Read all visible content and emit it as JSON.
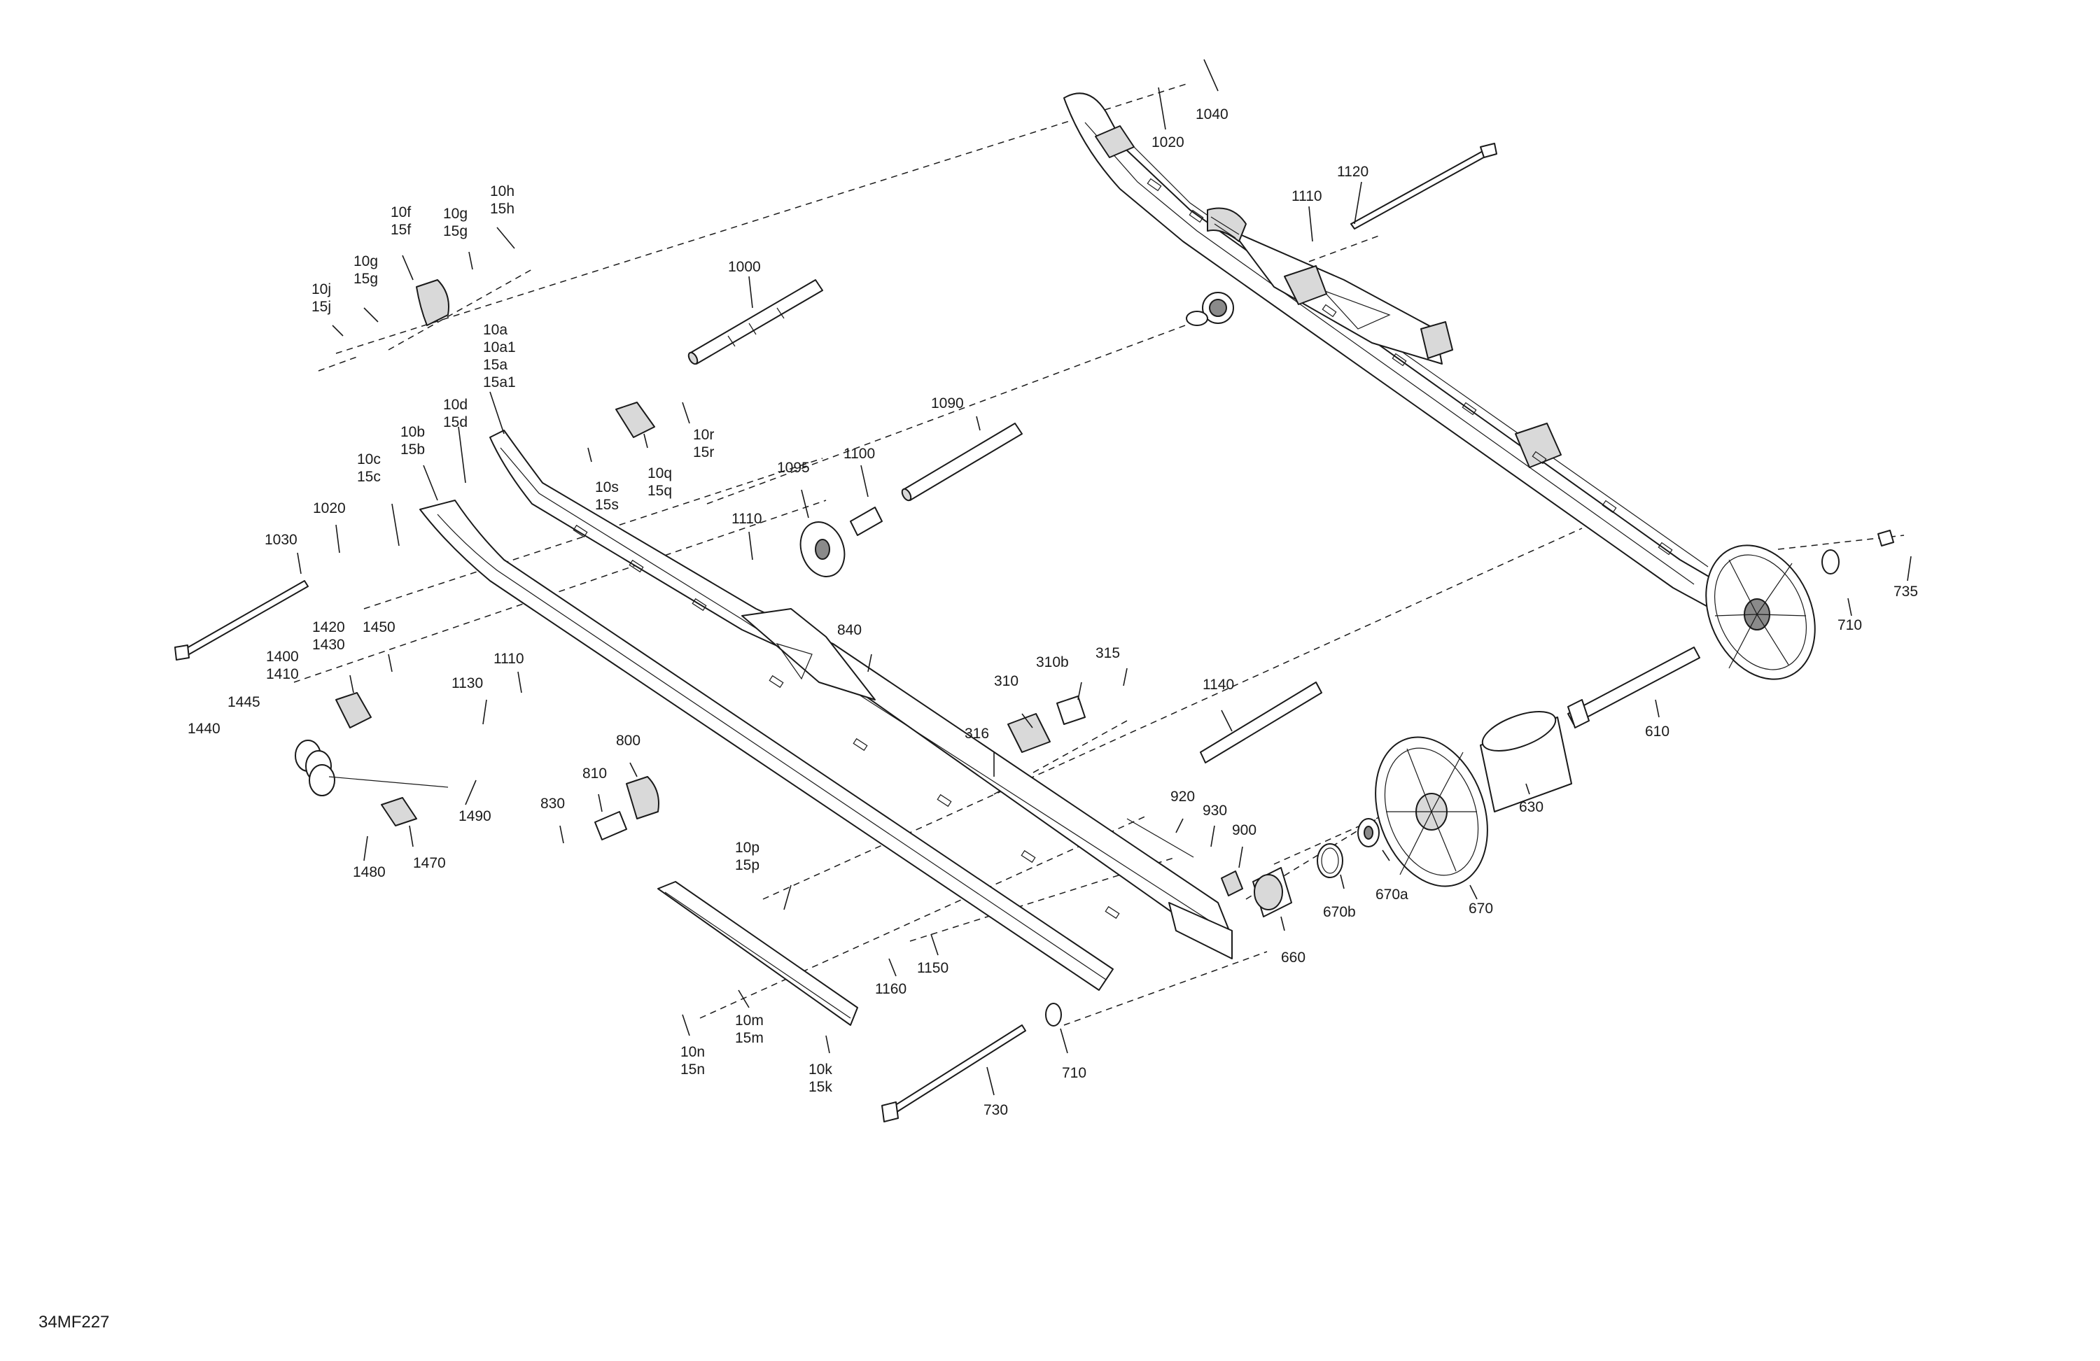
{
  "diagram": {
    "reference_code": "34MF227",
    "callouts": [
      {
        "id": "c1040",
        "lines": [
          "1040"
        ]
      },
      {
        "id": "c1020a",
        "lines": [
          "1020"
        ]
      },
      {
        "id": "c1120",
        "lines": [
          "1120"
        ]
      },
      {
        "id": "c1110a",
        "lines": [
          "1110"
        ]
      },
      {
        "id": "c10h",
        "lines": [
          "10h",
          "15h"
        ]
      },
      {
        "id": "c10f",
        "lines": [
          "10f",
          "15f"
        ]
      },
      {
        "id": "c10g1",
        "lines": [
          "10g",
          "15g"
        ]
      },
      {
        "id": "c10g2",
        "lines": [
          "10g",
          "15g"
        ]
      },
      {
        "id": "c10j",
        "lines": [
          "10j",
          "15j"
        ]
      },
      {
        "id": "c1000",
        "lines": [
          "1000"
        ]
      },
      {
        "id": "c10a",
        "lines": [
          "10a",
          "10a1",
          "15a",
          "15a1"
        ]
      },
      {
        "id": "c10d",
        "lines": [
          "10d",
          "15d"
        ]
      },
      {
        "id": "c10b",
        "lines": [
          "10b",
          "15b"
        ]
      },
      {
        "id": "c10r",
        "lines": [
          "10r",
          "15r"
        ]
      },
      {
        "id": "c10q",
        "lines": [
          "10q",
          "15q"
        ]
      },
      {
        "id": "c10s",
        "lines": [
          "10s",
          "15s"
        ]
      },
      {
        "id": "c10c",
        "lines": [
          "10c",
          "15c"
        ]
      },
      {
        "id": "c1090",
        "lines": [
          "1090"
        ]
      },
      {
        "id": "c1100",
        "lines": [
          "1100"
        ]
      },
      {
        "id": "c1095",
        "lines": [
          "1095"
        ]
      },
      {
        "id": "c1020b",
        "lines": [
          "1020"
        ]
      },
      {
        "id": "c1030",
        "lines": [
          "1030"
        ]
      },
      {
        "id": "c1110b",
        "lines": [
          "1110"
        ]
      },
      {
        "id": "c840",
        "lines": [
          "840"
        ]
      },
      {
        "id": "c1420",
        "lines": [
          "1420",
          "1430"
        ]
      },
      {
        "id": "c1450",
        "lines": [
          "1450"
        ]
      },
      {
        "id": "c1110c",
        "lines": [
          "1110"
        ]
      },
      {
        "id": "c1130",
        "lines": [
          "1130"
        ]
      },
      {
        "id": "c1400",
        "lines": [
          "1400",
          "1410"
        ]
      },
      {
        "id": "c1445",
        "lines": [
          "1445"
        ]
      },
      {
        "id": "c1440",
        "lines": [
          "1440"
        ]
      },
      {
        "id": "c310b",
        "lines": [
          "310b"
        ]
      },
      {
        "id": "c315",
        "lines": [
          "315"
        ]
      },
      {
        "id": "c310",
        "lines": [
          "310"
        ]
      },
      {
        "id": "c316",
        "lines": [
          "316"
        ]
      },
      {
        "id": "c1140",
        "lines": [
          "1140"
        ]
      },
      {
        "id": "c735",
        "lines": [
          "735"
        ]
      },
      {
        "id": "c710a",
        "lines": [
          "710"
        ]
      },
      {
        "id": "c610",
        "lines": [
          "610"
        ]
      },
      {
        "id": "c630",
        "lines": [
          "630"
        ]
      },
      {
        "id": "c800",
        "lines": [
          "800"
        ]
      },
      {
        "id": "c810",
        "lines": [
          "810"
        ]
      },
      {
        "id": "c830",
        "lines": [
          "830"
        ]
      },
      {
        "id": "c1490",
        "lines": [
          "1490"
        ]
      },
      {
        "id": "c1480",
        "lines": [
          "1480"
        ]
      },
      {
        "id": "c1470",
        "lines": [
          "1470"
        ]
      },
      {
        "id": "c920",
        "lines": [
          "920"
        ]
      },
      {
        "id": "c930",
        "lines": [
          "930"
        ]
      },
      {
        "id": "c900",
        "lines": [
          "900"
        ]
      },
      {
        "id": "c10p",
        "lines": [
          "10p",
          "15p"
        ]
      },
      {
        "id": "c660",
        "lines": [
          "660"
        ]
      },
      {
        "id": "c670b",
        "lines": [
          "670b"
        ]
      },
      {
        "id": "c670a",
        "lines": [
          "670a"
        ]
      },
      {
        "id": "c670",
        "lines": [
          "670"
        ]
      },
      {
        "id": "c1150",
        "lines": [
          "1150"
        ]
      },
      {
        "id": "c1160",
        "lines": [
          "1160"
        ]
      },
      {
        "id": "c10m",
        "lines": [
          "10m",
          "15m"
        ]
      },
      {
        "id": "c10n",
        "lines": [
          "10n",
          "15n"
        ]
      },
      {
        "id": "c10k",
        "lines": [
          "10k",
          "15k"
        ]
      },
      {
        "id": "c710b",
        "lines": [
          "710"
        ]
      },
      {
        "id": "c730",
        "lines": [
          "730"
        ]
      }
    ]
  }
}
